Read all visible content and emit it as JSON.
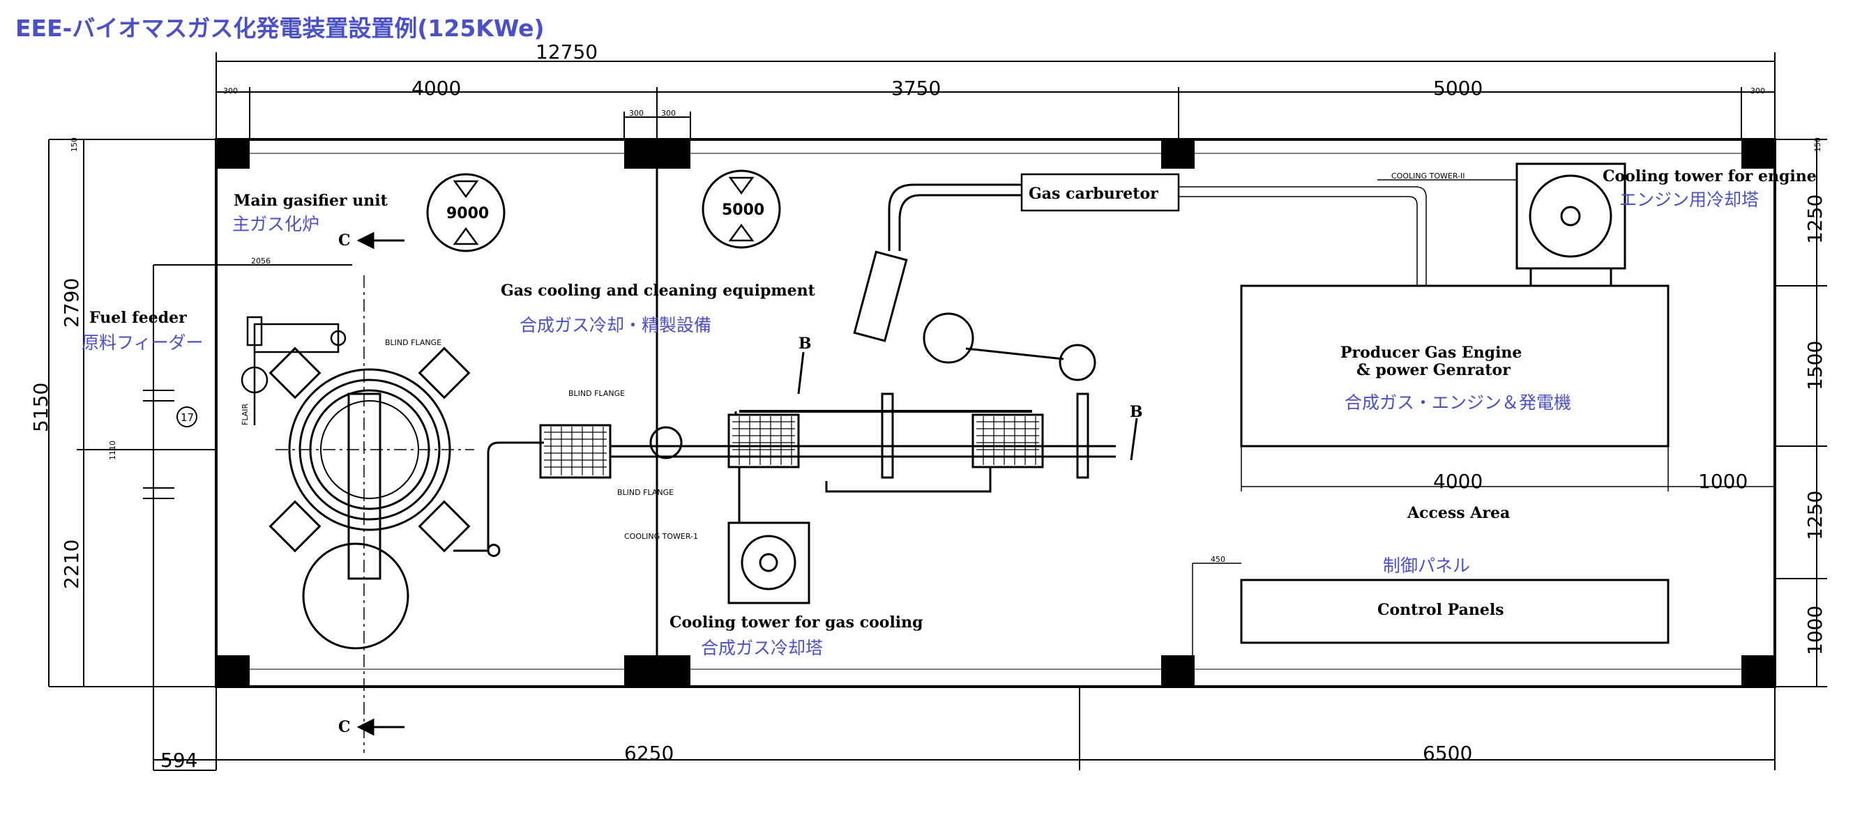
{
  "title": "EEE-バイオマスガス化発電装置設置例(125KWe)",
  "dims": {
    "overall": "12750",
    "col1": "4000",
    "col2": "3750",
    "col3": "5000",
    "edge_l": "300",
    "edge_r": "300",
    "post1": "300",
    "post2": "300",
    "top_edge": "150",
    "right_top": "150",
    "height": "5150",
    "left_up": "2790",
    "left_down": "2210",
    "right_1": "1250",
    "right_2": "1500",
    "right_3": "1250",
    "right_4": "1000",
    "bottom_offset": "594",
    "bottom_1": "6250",
    "bottom_2": "6500",
    "engine_w": "4000",
    "engine_gap": "1000",
    "panel_offset": "450",
    "feeder_small": "2056",
    "feeder_v": "1110"
  },
  "markers": {
    "tank_1": "9000",
    "tank_2": "5000",
    "section_c": "C",
    "section_b": "B",
    "callout": "17"
  },
  "labels": {
    "main_gasifier_en": "Main gasifier unit",
    "main_gasifier_jp": "主ガス化炉",
    "fuel_feeder_en": "Fuel feeder",
    "fuel_feeder_jp": "原料フィーダー",
    "gas_cooling_en": "Gas cooling and cleaning equipment",
    "gas_cooling_jp": "合成ガス冷却・精製設備",
    "gas_carburetor": "Gas carburetor",
    "cooling_engine_en": "Cooling tower for engine",
    "cooling_engine_jp": "エンジン用冷却塔",
    "engine_en_1": "Producer Gas Engine",
    "engine_en_2": "& power Genrator",
    "engine_jp": "合成ガス・エンジン＆発電機",
    "access_area": "Access Area",
    "control_jp": "制御パネル",
    "control_en": "Control Panels",
    "cooling_gas_en": "Cooling tower for gas cooling",
    "cooling_gas_jp": "合成ガス冷却塔",
    "blind_flange_1": "BLIND FLANGE",
    "blind_flange_2": "BLIND FLANGE",
    "blind_flange_3": "BLIND FLANGE",
    "cooling_tower_1": "COOLING TOWER-1",
    "cooling_tower_2": "COOLING TOWER-II",
    "flair": "FLAIR"
  },
  "colors": {
    "accent_blue": "#4a50c6",
    "line": "#000000"
  }
}
